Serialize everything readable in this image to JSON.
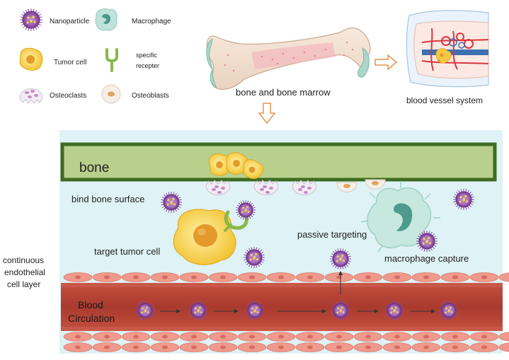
{
  "legend": {
    "nanoparticle": "Nanoparticle",
    "macrophage": "Macrophage",
    "tumor_cell": "Tumor cell",
    "specific_receptor_line1": "specific",
    "specific_receptor_line2": "recepter",
    "osteoclasts": "Osteoclasts",
    "osteoblasts": "Osteoblasts"
  },
  "top": {
    "bone_marrow": "bone and bone marrow",
    "blood_vessel": "blood vessel system"
  },
  "main": {
    "bone": "bone",
    "bind_bone_surface": "bind bone surface",
    "target_tumor_cell": "target tumor cell",
    "passive_targeting": "passive targeting",
    "macrophage_capture": "macrophage capture",
    "endothelial_line1": "continuous",
    "endothelial_line2": "endothelial",
    "endothelial_line3": "cell layer",
    "blood_line1": "Blood",
    "blood_line2": "Circulation"
  },
  "colors": {
    "panel_bg": "#dff2f5",
    "bone_fill": "#b9d08c",
    "bone_border": "#3e6b22",
    "vessel_dark": "#a93a2e",
    "vessel_mid": "#c24a3c",
    "endothelial": "#ef9a8c",
    "nanoparticle": "#8a4aa0",
    "tumor": "#f4c842",
    "macrophage": "#9fd1c6",
    "arrow_orange": "#e8934a"
  }
}
